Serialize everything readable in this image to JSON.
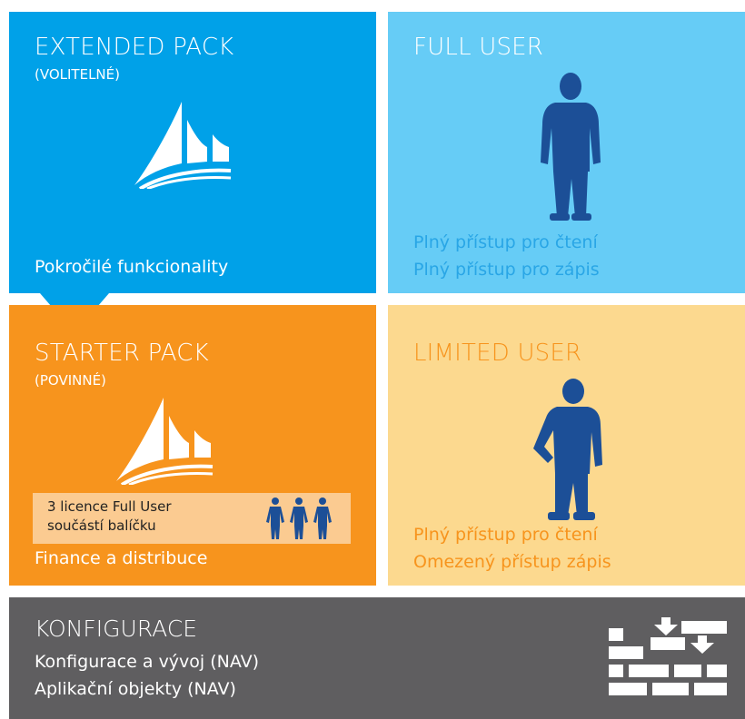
{
  "colors": {
    "extended": "#00a1e8",
    "full_user": "#66ccf6",
    "starter": "#f7941d",
    "limited_user": "#fcd98f",
    "konfigurace": "#5f5e60",
    "license_box": "#fbcb91",
    "full_user_text": "#29a6e6",
    "limited_user_text": "#f7941d",
    "figure": "#1c4f97"
  },
  "extended_pack": {
    "title": "EXTENDED PACK",
    "subtitle": "(VOLITELNÉ)",
    "footer": "Pokročilé funkcionality",
    "icon": "dynamics-sail-logo"
  },
  "full_user": {
    "title": "FULL USER",
    "lines": [
      "Plný přístup pro čtení",
      "Plný přístup pro zápis"
    ],
    "icon": "standing-user-figure"
  },
  "starter_pack": {
    "title": "STARTER PACK",
    "subtitle": "(POVINNÉ)",
    "license_box": [
      "3 licence Full User",
      "součástí balíčku"
    ],
    "footer": "Finance a distribuce",
    "icon": "dynamics-sail-logo"
  },
  "limited_user": {
    "title": "LIMITED USER",
    "lines": [
      "Plný přístup pro čtení",
      "Omezený přístup zápis"
    ],
    "icon": "hand-on-hip-user-figure"
  },
  "konfigurace": {
    "title": "KONFIGURACE",
    "lines": [
      "Konfigurace a vývoj (NAV)",
      "Aplikační objekty (NAV)"
    ],
    "icon": "brick-wall-icon"
  }
}
